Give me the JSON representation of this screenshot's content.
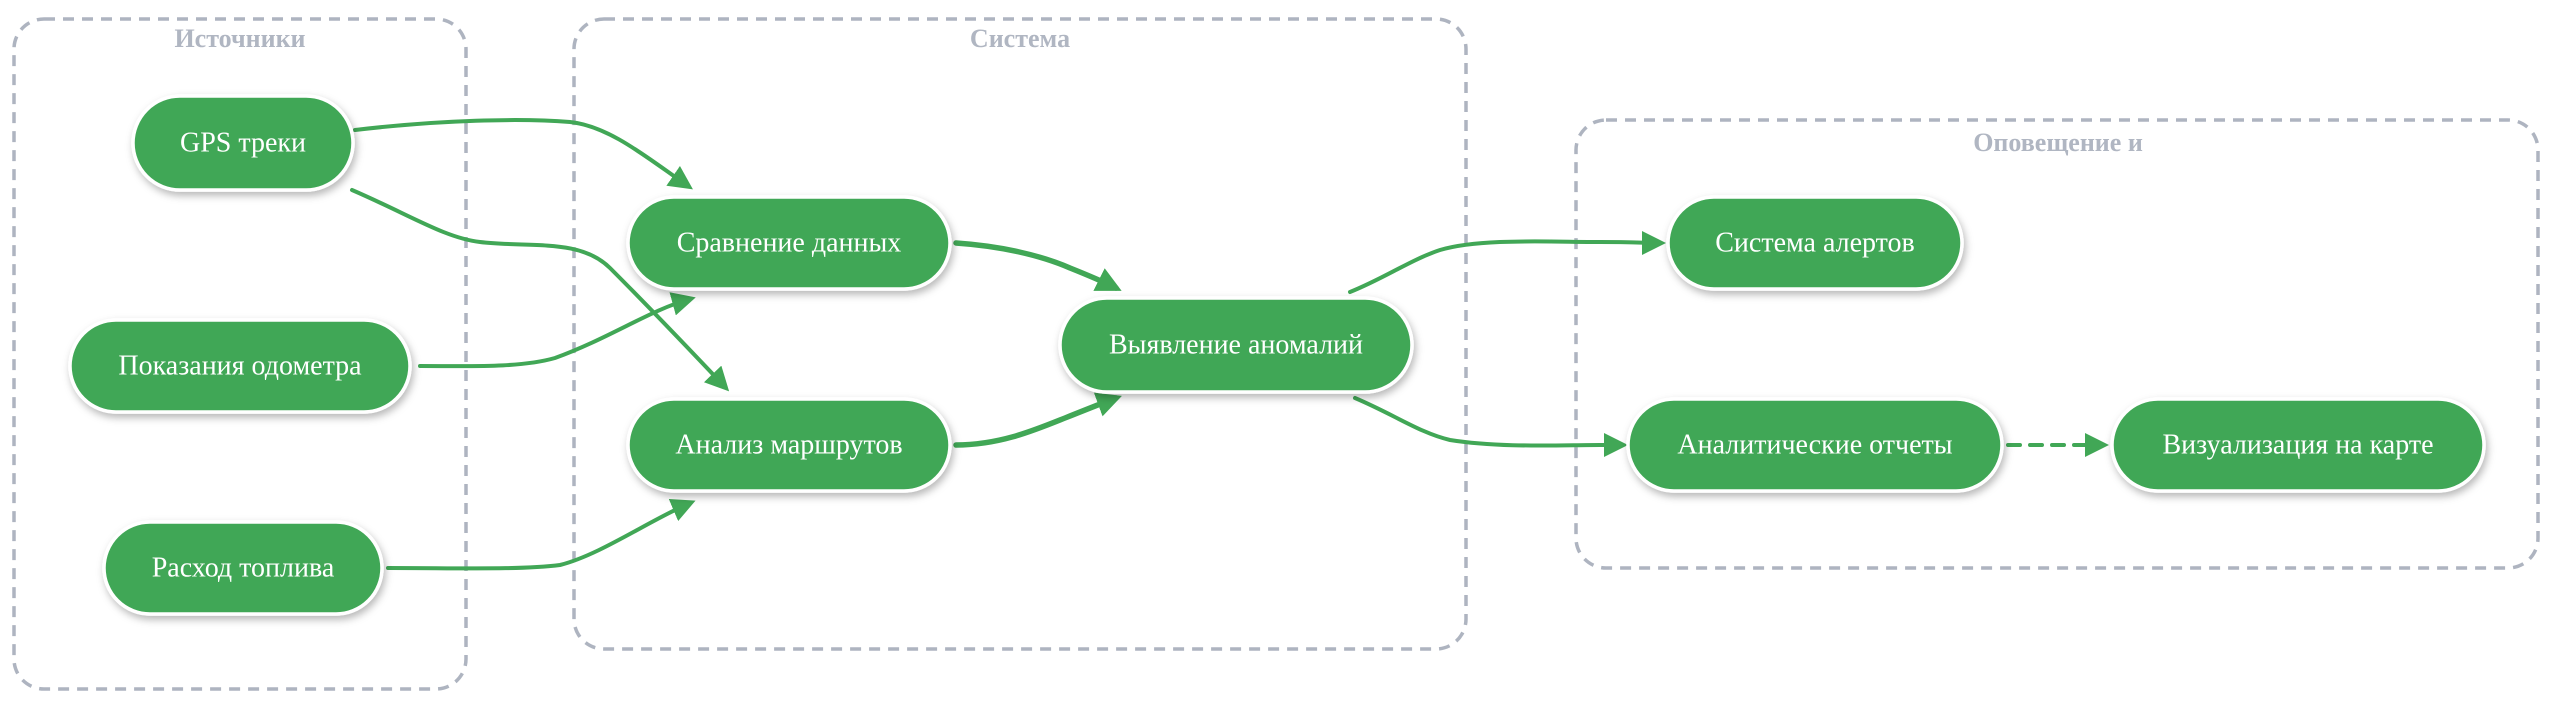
{
  "colors": {
    "node_fill": "#41a756",
    "edge": "#41a756",
    "cluster_border": "#aeb4c0",
    "cluster_label": "#b0b6c2",
    "node_text": "#ffffff"
  },
  "clusters": {
    "sources": {
      "label": "Источники"
    },
    "system": {
      "label": "Система"
    },
    "alerts": {
      "label": "Оповещение и"
    }
  },
  "nodes": {
    "gps": {
      "label": "GPS треки"
    },
    "odometer": {
      "label": "Показания одометра"
    },
    "fuel": {
      "label": "Расход топлива"
    },
    "compare": {
      "label": "Сравнение данных"
    },
    "routes": {
      "label": "Анализ маршрутов"
    },
    "anomalies": {
      "label": "Выявление аномалий"
    },
    "alerts": {
      "label": "Система алертов"
    },
    "reports": {
      "label": "Аналитические отчеты"
    },
    "map": {
      "label": "Визуализация на карте"
    }
  },
  "edges": [
    {
      "from": "gps",
      "to": "compare",
      "style": "solid"
    },
    {
      "from": "gps",
      "to": "routes",
      "style": "solid"
    },
    {
      "from": "odometer",
      "to": "compare",
      "style": "solid"
    },
    {
      "from": "fuel",
      "to": "routes",
      "style": "solid"
    },
    {
      "from": "compare",
      "to": "anomalies",
      "style": "bold"
    },
    {
      "from": "routes",
      "to": "anomalies",
      "style": "bold"
    },
    {
      "from": "anomalies",
      "to": "alerts",
      "style": "solid"
    },
    {
      "from": "anomalies",
      "to": "reports",
      "style": "solid"
    },
    {
      "from": "reports",
      "to": "map",
      "style": "dashed"
    }
  ]
}
